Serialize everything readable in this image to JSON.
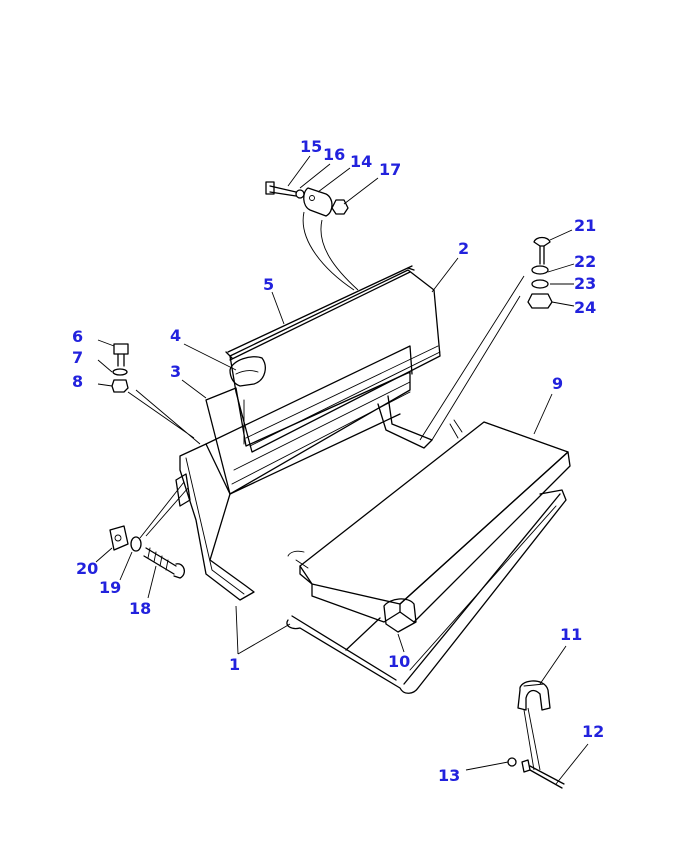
{
  "callout_color": "#2222dd",
  "callouts": [
    {
      "id": "c1",
      "label": "1"
    },
    {
      "id": "c2",
      "label": "2"
    },
    {
      "id": "c3",
      "label": "3"
    },
    {
      "id": "c4",
      "label": "4"
    },
    {
      "id": "c5",
      "label": "5"
    },
    {
      "id": "c6",
      "label": "6"
    },
    {
      "id": "c7",
      "label": "7"
    },
    {
      "id": "c8",
      "label": "8"
    },
    {
      "id": "c9",
      "label": "9"
    },
    {
      "id": "c10",
      "label": "10"
    },
    {
      "id": "c11",
      "label": "11"
    },
    {
      "id": "c12",
      "label": "12"
    },
    {
      "id": "c13",
      "label": "13"
    },
    {
      "id": "c14",
      "label": "14"
    },
    {
      "id": "c15",
      "label": "15"
    },
    {
      "id": "c16",
      "label": "16"
    },
    {
      "id": "c17",
      "label": "17"
    },
    {
      "id": "c18",
      "label": "18"
    },
    {
      "id": "c19",
      "label": "19"
    },
    {
      "id": "c20",
      "label": "20"
    },
    {
      "id": "c21",
      "label": "21"
    },
    {
      "id": "c22",
      "label": "22"
    },
    {
      "id": "c23",
      "label": "23"
    },
    {
      "id": "c24",
      "label": "24"
    }
  ]
}
